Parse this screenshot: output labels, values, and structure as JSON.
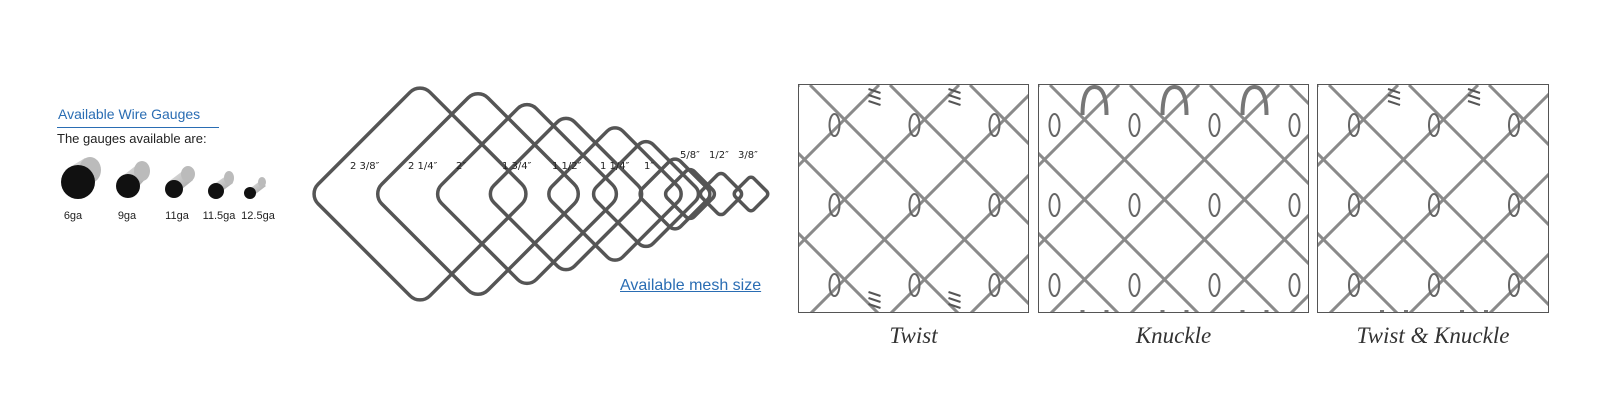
{
  "gauges": {
    "title": "Available Wire Gauges",
    "intro": "The gauges available are:",
    "items": [
      {
        "label": "6ga"
      },
      {
        "label": "9ga"
      },
      {
        "label": "11ga"
      },
      {
        "label": "11.5ga"
      },
      {
        "label": "12.5ga"
      }
    ]
  },
  "mesh": {
    "title": "Available mesh size",
    "sizes": [
      "2 3/8″",
      "2 1/4″",
      "2″",
      "1 3/4″",
      "1 1/2″",
      "1 1/4″",
      "1″",
      "5/8″",
      "1/2″",
      "3/8″"
    ]
  },
  "weaves": [
    {
      "caption": "Twist",
      "edge": "twist"
    },
    {
      "caption": "Knuckle",
      "edge": "knuckle"
    },
    {
      "caption": "Twist & Knuckle",
      "edge": "twist-knuckle"
    }
  ],
  "colors": {
    "accent": "#2a6db3",
    "wire": "#8a8a8a",
    "outline": "#555555"
  }
}
